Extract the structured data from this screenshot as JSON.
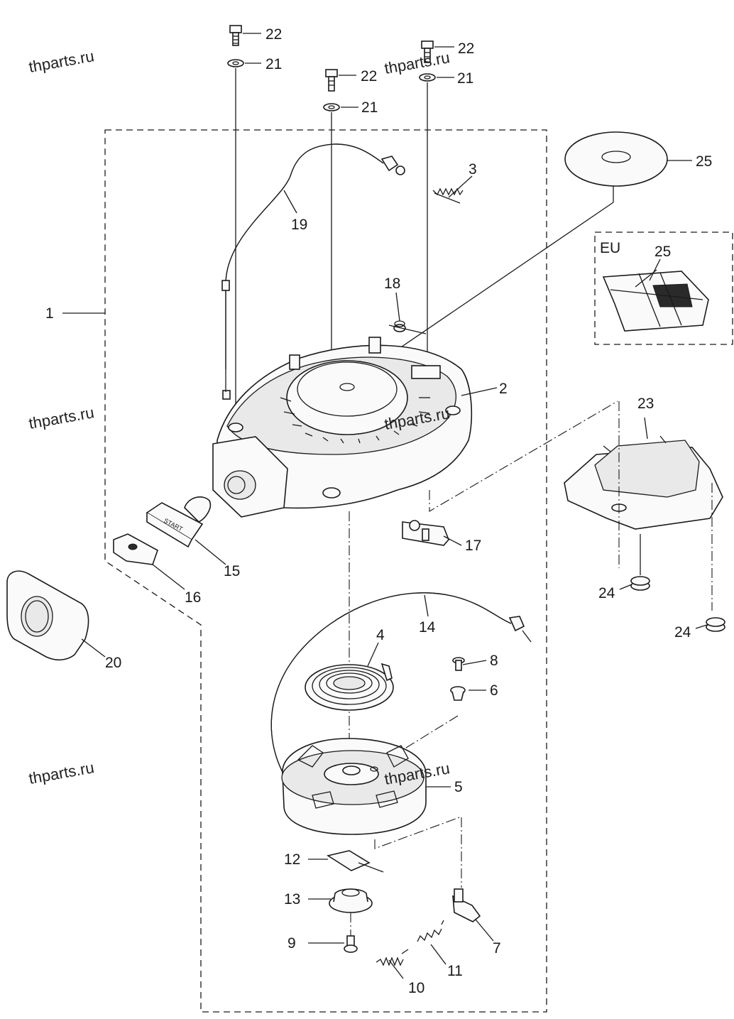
{
  "watermarks": [
    {
      "text": "thparts.ru"
    },
    {
      "text": "thparts.ru"
    },
    {
      "text": "thparts.ru"
    },
    {
      "text": "thparts.ru"
    },
    {
      "text": "thparts.ru"
    },
    {
      "text": "thparts.ru"
    }
  ],
  "inset": {
    "label": "EU",
    "part_number": "25"
  },
  "callouts": {
    "c1": "1",
    "c2": "2",
    "c3": "3",
    "c4": "4",
    "c5": "5",
    "c6": "6",
    "c7": "7",
    "c8": "8",
    "c9": "9",
    "c10": "10",
    "c11": "11",
    "c12": "12",
    "c13": "13",
    "c14": "14",
    "c15": "15",
    "c16": "16",
    "c17": "17",
    "c18": "18",
    "c19": "19",
    "c20": "20",
    "c21a": "21",
    "c21b": "21",
    "c21c": "21",
    "c22a": "22",
    "c22b": "22",
    "c22c": "22",
    "c23": "23",
    "c24a": "24",
    "c24b": "24",
    "c25": "25"
  },
  "handle_text": "START"
}
